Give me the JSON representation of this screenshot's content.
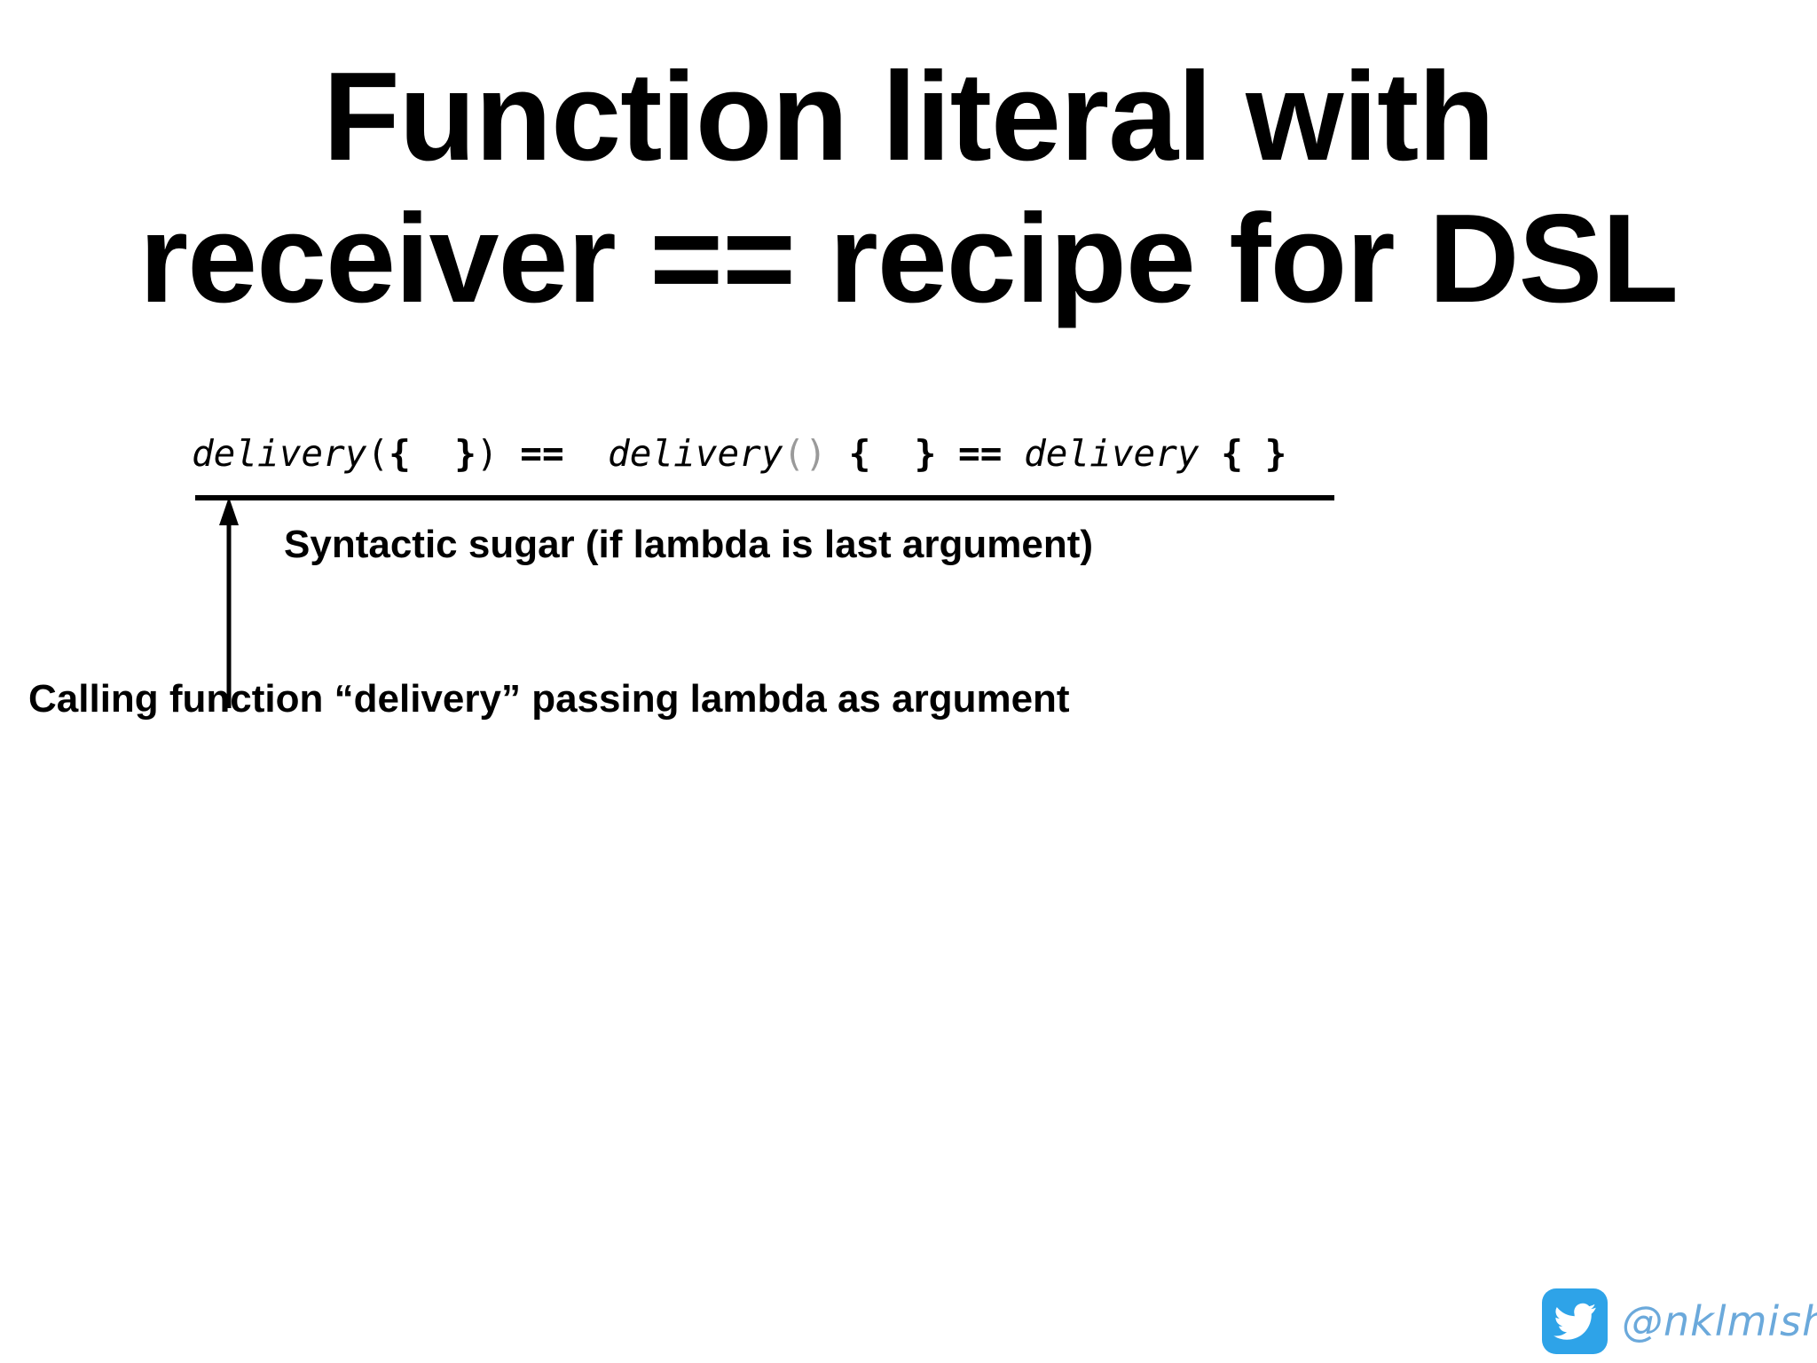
{
  "slide": {
    "background_color": "#ffffff",
    "title": {
      "line1": "Function literal with",
      "line2": "receiver == recipe for DSL"
    },
    "code": {
      "full_text": "delivery({  }) ==  delivery() {  } == delivery { }",
      "segments": [
        {
          "text": "delivery",
          "kind": "ident"
        },
        {
          "text": "(",
          "kind": "paren"
        },
        {
          "text": "{  }",
          "kind": "brace"
        },
        {
          "text": ")",
          "kind": "paren"
        },
        {
          "text": " == ",
          "kind": "op"
        },
        {
          "text": " delivery",
          "kind": "ident"
        },
        {
          "text": "()",
          "kind": "paren-dim"
        },
        {
          "text": " {  } ",
          "kind": "brace"
        },
        {
          "text": "== ",
          "kind": "op"
        },
        {
          "text": "delivery",
          "kind": "ident"
        },
        {
          "text": " { }",
          "kind": "brace"
        }
      ],
      "parts": {
        "ident": "delivery",
        "open_paren": "(",
        "close_paren": ")",
        "empty_parens": "()",
        "lambda_braces": "{  }",
        "lambda_braces_tight": "{ }",
        "equality_operator": "==",
        "space": " "
      }
    },
    "rule_color": "#000000",
    "annotations": {
      "sugar": "Syntactic sugar (if lambda is last argument)",
      "calling": "Calling function “delivery” passing lambda as argument"
    },
    "arrow": {
      "name": "upward-arrow",
      "color": "#000000",
      "direction": "up"
    }
  },
  "twitter": {
    "handle": "@nklmish",
    "icon": "twitter-bird-icon",
    "tile_color": "#2ea3e8",
    "handle_color": "#6ba9db"
  }
}
